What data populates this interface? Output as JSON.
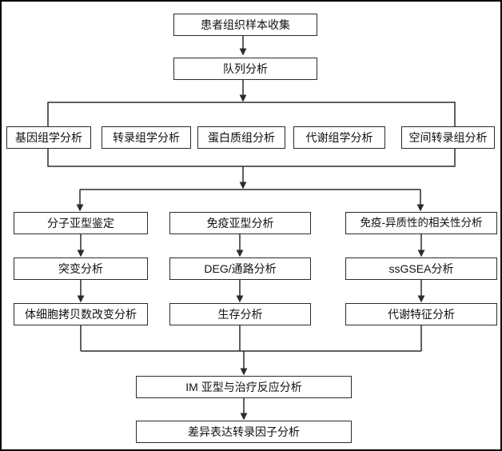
{
  "diagram": {
    "type": "flowchart",
    "nodes": {
      "collect": {
        "label": "患者组织样本收集"
      },
      "cohort": {
        "label": "队列分析"
      },
      "genomics": {
        "label": "基因组学分析"
      },
      "transcriptomics": {
        "label": "转录组学分析"
      },
      "proteomics": {
        "label": "蛋白质组分析"
      },
      "metabolomics": {
        "label": "代谢组学分析"
      },
      "spatial": {
        "label": "空间转录组分析"
      },
      "molecular_subtype": {
        "label": "分子亚型鉴定"
      },
      "immune_subtype": {
        "label": "免疫亚型分析"
      },
      "immune_heterogeneity": {
        "label": "免疫-异质性的相关性分析"
      },
      "mutation": {
        "label": "突变分析"
      },
      "deg_pathway": {
        "label": "DEG/通路分析"
      },
      "ssgsea": {
        "label": "ssGSEA分析"
      },
      "somatic_cna": {
        "label": "体细胞拷贝数改变分析"
      },
      "survival": {
        "label": "生存分析"
      },
      "metabolic_signature": {
        "label": "代谢特征分析"
      },
      "im_treatment": {
        "label": "IM 亚型与治疗反应分析"
      },
      "diff_tf": {
        "label": "差异表达转录因子分析"
      }
    },
    "colors": {
      "line": "#2b2b2b",
      "box_border": "#2b2b2b",
      "box_fill": "#ffffff",
      "text": "#111111",
      "outer_border": "#000000",
      "background": "#ffffff"
    }
  }
}
